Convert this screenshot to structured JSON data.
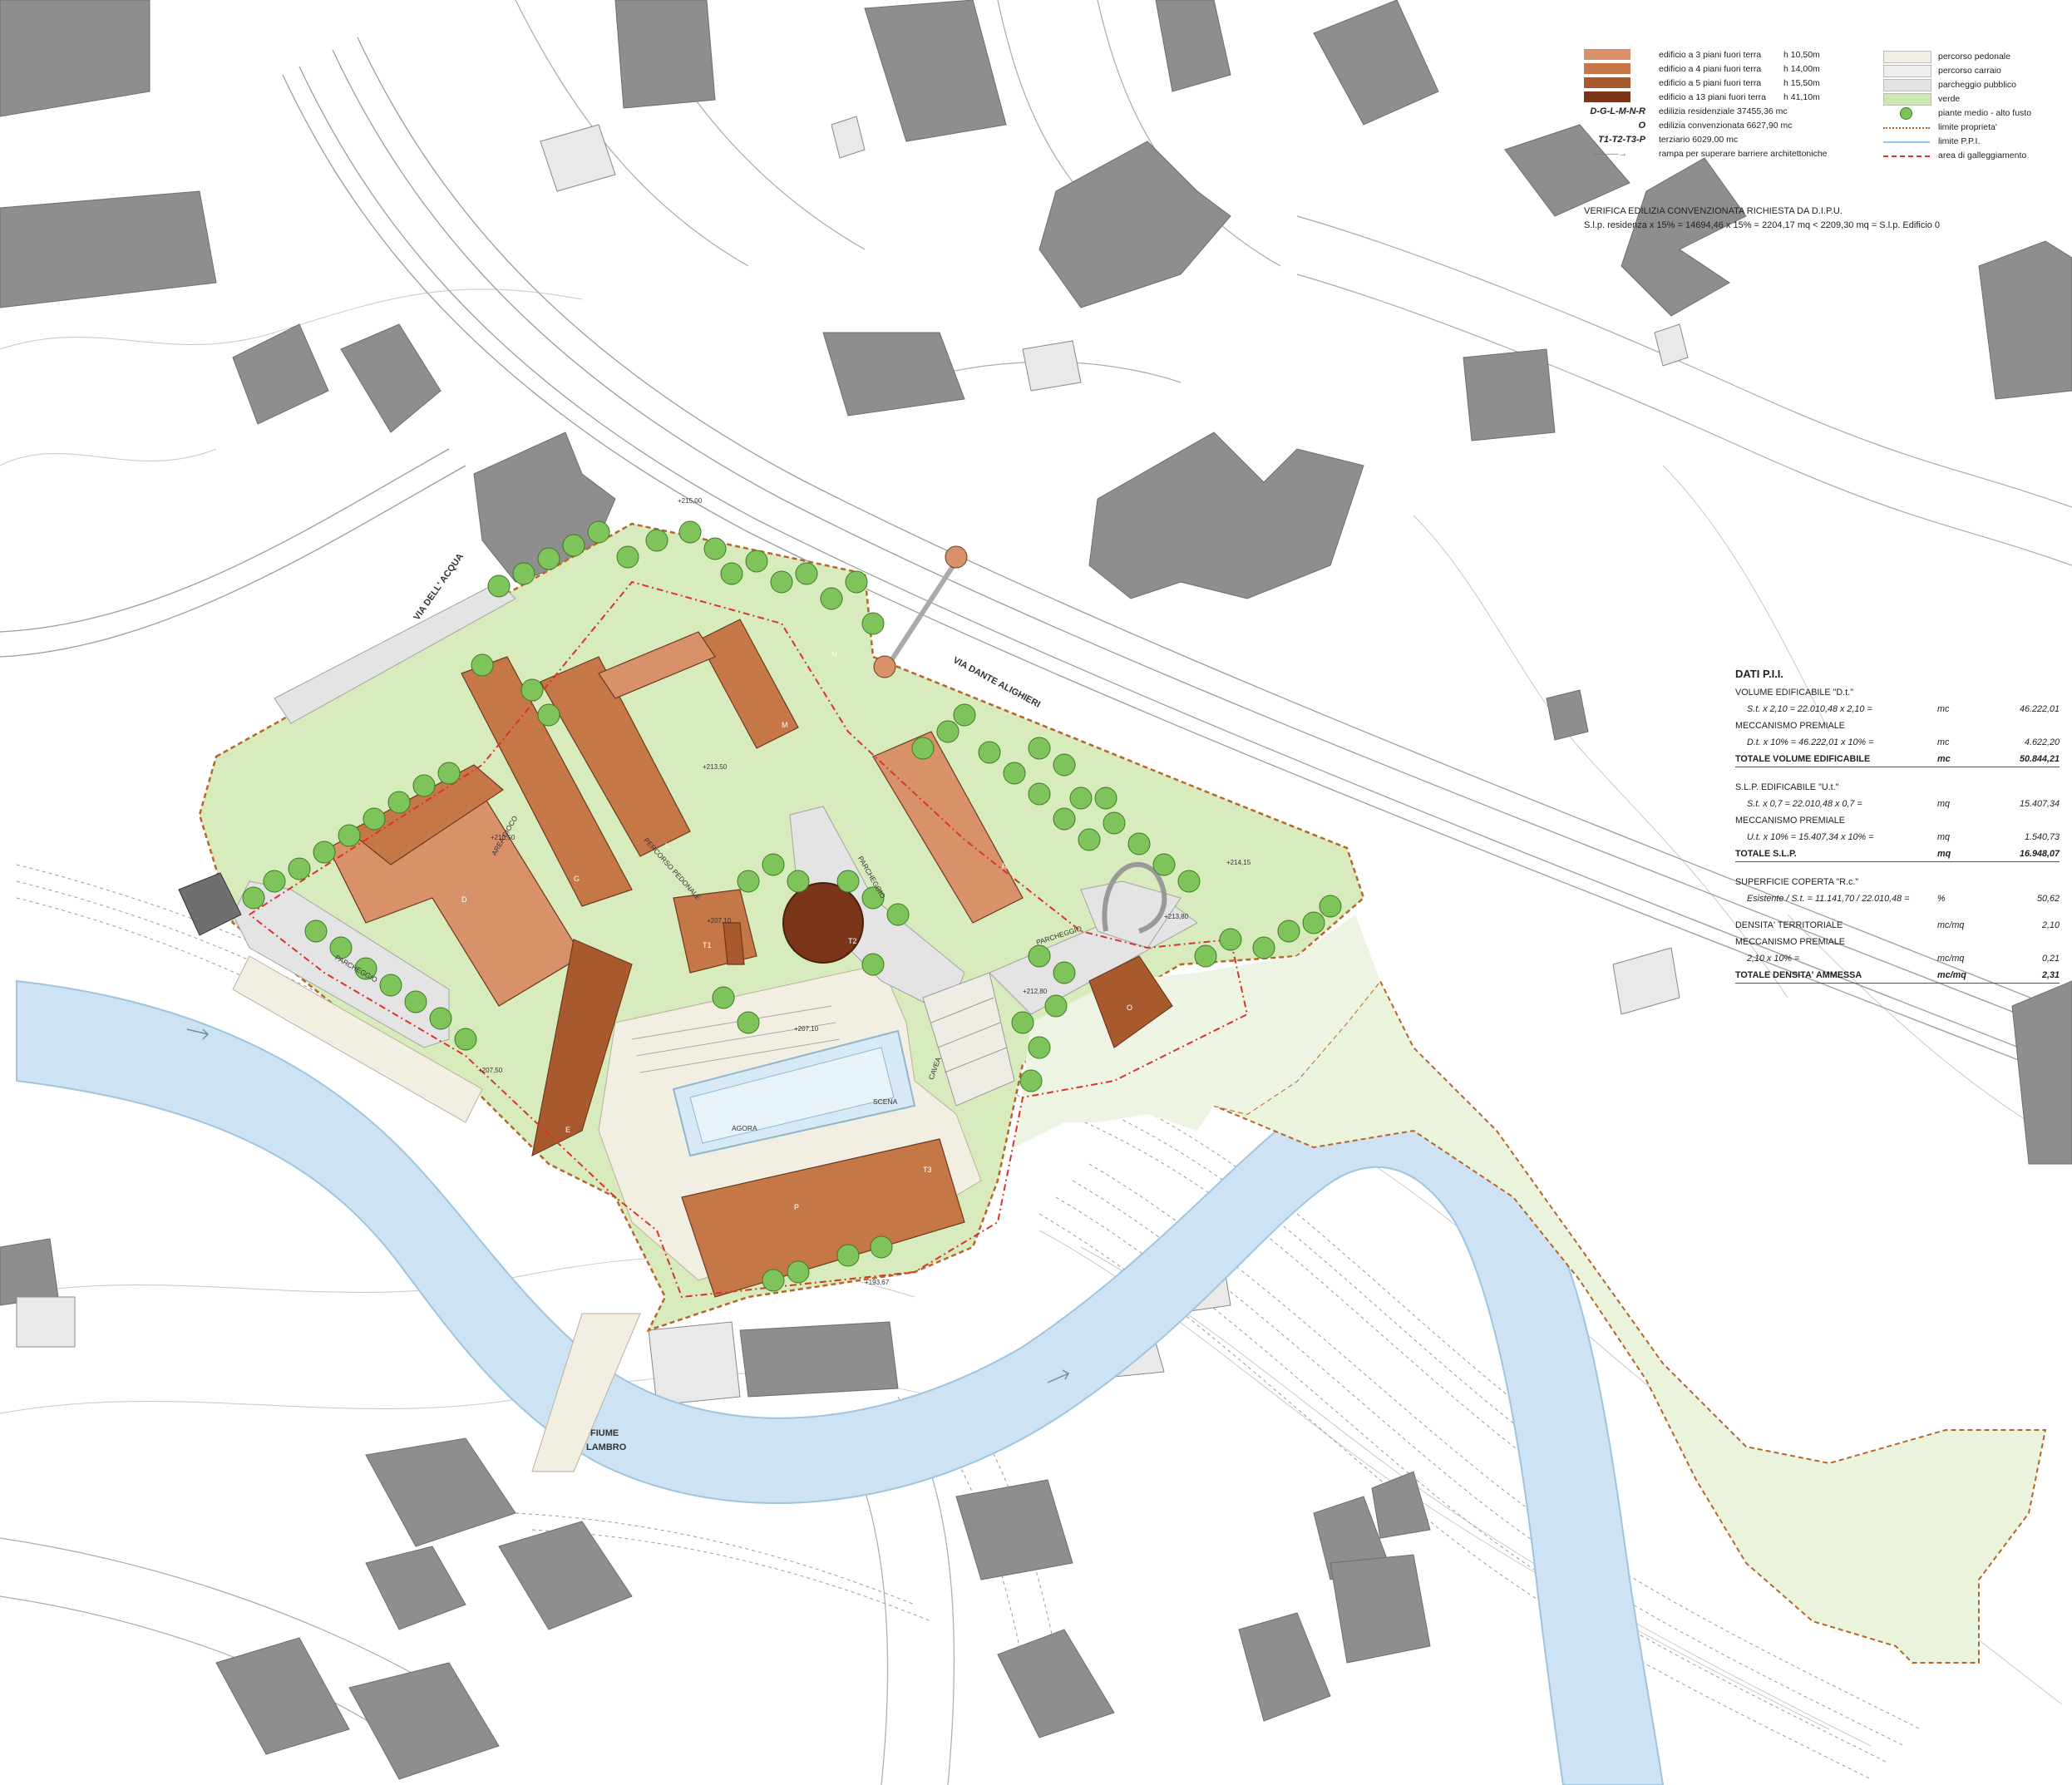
{
  "legend": {
    "buildings": [
      {
        "label": "edificio a 3 piani fuori terra",
        "height": "h 10,50m",
        "color": "#d9916a"
      },
      {
        "label": "edificio a 4 piani fuori terra",
        "height": "h 14,00m",
        "color": "#c57748"
      },
      {
        "label": "edificio a 5 piani fuori terra",
        "height": "h 15,50m",
        "color": "#a85a2e"
      },
      {
        "label": "edificio a 13 piani fuori terra",
        "height": "h 41,10m",
        "color": "#7a3418"
      }
    ],
    "codes": [
      {
        "code": "D-G-L-M-N-R",
        "label": "edilizia residenziale 37455,36 mc"
      },
      {
        "code": "O",
        "label": "edilizia convenzionata 6627,90 mc"
      },
      {
        "code": "T1-T2-T3-P",
        "label": "terziario 6029,00 mc"
      },
      {
        "code": "",
        "label": "rampa per superare barriere architettoniche"
      }
    ],
    "right": [
      {
        "label": "percorso pedonale",
        "color": "#f3eee2"
      },
      {
        "label": "percorso carraio",
        "color": "#eeeeee"
      },
      {
        "label": "parcheggio pubblico",
        "color": "#e3e3e3"
      },
      {
        "label": "verde",
        "color": "#cfe8b0"
      },
      {
        "label": "piante medio - alto fusto",
        "color": "#7fc45a"
      },
      {
        "label": "limite proprieta'",
        "color": "#b8652a"
      },
      {
        "label": "limite P.P.I.",
        "color": "#8fc9e8"
      },
      {
        "label": "area di galleggiamento",
        "color": "#d7352b"
      }
    ]
  },
  "verifica": {
    "title": "VERIFICA EDILIZIA CONVENZIONATA RICHIESTA DA D.I.P.U.",
    "text": "S.l.p. residenza x 15% = 14694,46 x 15% = 2204,17 mq < 2209,30 mq = S.l.p. Edificio 0"
  },
  "dati": {
    "title": "DATI P.I.I.",
    "rows": [
      {
        "label": "VOLUME EDIFICABILE \"D.t.\"",
        "unit": "",
        "value": "",
        "style": "head"
      },
      {
        "label": "S.t. x 2,10 = 22.010,48 x 2,10 =",
        "unit": "mc",
        "value": "46.222,01",
        "style": "ital"
      },
      {
        "label": "MECCANISMO PREMIALE",
        "unit": "",
        "value": "",
        "style": "head"
      },
      {
        "label": "D.t. x 10% = 46.222,01 x 10% =",
        "unit": "mc",
        "value": "4.622,20",
        "style": "ital"
      },
      {
        "label": "TOTALE VOLUME EDIFICABILE",
        "unit": "mc",
        "value": "50.844,21",
        "style": "total"
      },
      {
        "label": "",
        "unit": "",
        "value": "",
        "style": "gap"
      },
      {
        "label": "S.L.P. EDIFICABILE \"U.t.\"",
        "unit": "",
        "value": "",
        "style": "head"
      },
      {
        "label": "S.t. x 0,7 = 22.010,48 x 0,7 =",
        "unit": "mq",
        "value": "15.407,34",
        "style": "ital"
      },
      {
        "label": "MECCANISMO PREMIALE",
        "unit": "",
        "value": "",
        "style": "head"
      },
      {
        "label": "U.t. x 10% = 15.407,34 x 10% =",
        "unit": "mq",
        "value": "1.540,73",
        "style": "ital"
      },
      {
        "label": "TOTALE S.L.P.",
        "unit": "mq",
        "value": "16.948,07",
        "style": "total"
      },
      {
        "label": "",
        "unit": "",
        "value": "",
        "style": "gap"
      },
      {
        "label": "SUPERFICIE COPERTA \"R.c.\"",
        "unit": "",
        "value": "",
        "style": "head"
      },
      {
        "label": "Esistente / S.t. = 11.141,70 / 22.010,48 =",
        "unit": "%",
        "value": "50,62",
        "style": "ital"
      },
      {
        "label": "",
        "unit": "",
        "value": "",
        "style": "gap"
      },
      {
        "label": "DENSITA' TERRITORIALE",
        "unit": "mc/mq",
        "value": "2,10",
        "style": "head"
      },
      {
        "label": "MECCANISMO PREMIALE",
        "unit": "",
        "value": "",
        "style": "head"
      },
      {
        "label": "2,10 x 10% =",
        "unit": "mc/mq",
        "value": "0,21",
        "style": "ital"
      },
      {
        "label": "TOTALE DENSITA' AMMESSA",
        "unit": "mc/mq",
        "value": "2,31",
        "style": "total"
      }
    ]
  },
  "labels": {
    "via_acqua": "VIA DELL' ACQUA",
    "via_dante": "VIA DANTE ALIGHIERI",
    "fiume": "FIUME",
    "lambro": "LAMBRO",
    "parcheggio_1": "PARCHEGGIO",
    "parcheggio_2": "PARCHEGGIO",
    "parcheggio_3": "PARCHEGGIO",
    "percorso": "PERCORSO PEDONALE",
    "agora": "AGORA",
    "scena": "SCENA",
    "cavea": "CAVEA",
    "area_gioco": "AREA GIOCO",
    "levels": [
      "+215,00",
      "+214,15",
      "+213,80",
      "+212,80",
      "+207,10",
      "+207,10",
      "+207,50",
      "+210,50",
      "+213,50",
      "+193,67"
    ],
    "building_codes": [
      "D",
      "G",
      "L",
      "M",
      "N",
      "R",
      "O",
      "T1",
      "T2",
      "T3",
      "P",
      "E"
    ]
  },
  "colors": {
    "green": "#d8ebbd",
    "tree": "#7fc45a",
    "river": "#cde3f3",
    "grey": "#8e8e8e",
    "b3": "#d9916a",
    "b4": "#c57748",
    "b5": "#a85a2e",
    "b13": "#7a3418"
  }
}
